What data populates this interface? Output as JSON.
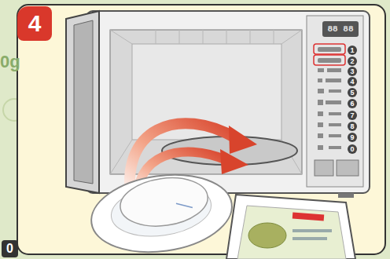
{
  "diagram": {
    "nodes": [
      {
        "text": [
          "4"
        ]
      },
      {
        "text": [
          "88 88"
        ]
      }
    ],
    "labels": [
      "0g",
      "0",
      "1",
      "2",
      "3",
      "4",
      "5",
      "6",
      "7",
      "8",
      "9",
      "0"
    ]
  }
}
